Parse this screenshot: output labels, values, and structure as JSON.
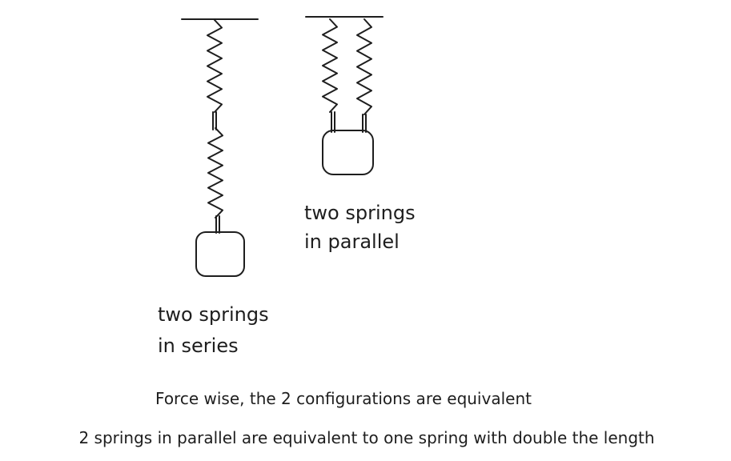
{
  "series_label": [
    "two springs",
    "in series"
  ],
  "parallel_label": [
    "two springs",
    "in parallel"
  ],
  "notes": [
    "Force wise, the 2 configurations are equivalent",
    "2 springs in parallel are equivalent to one spring with double the length"
  ],
  "colors": {
    "ink": "#1e1e1e",
    "background": "#ffffff"
  }
}
